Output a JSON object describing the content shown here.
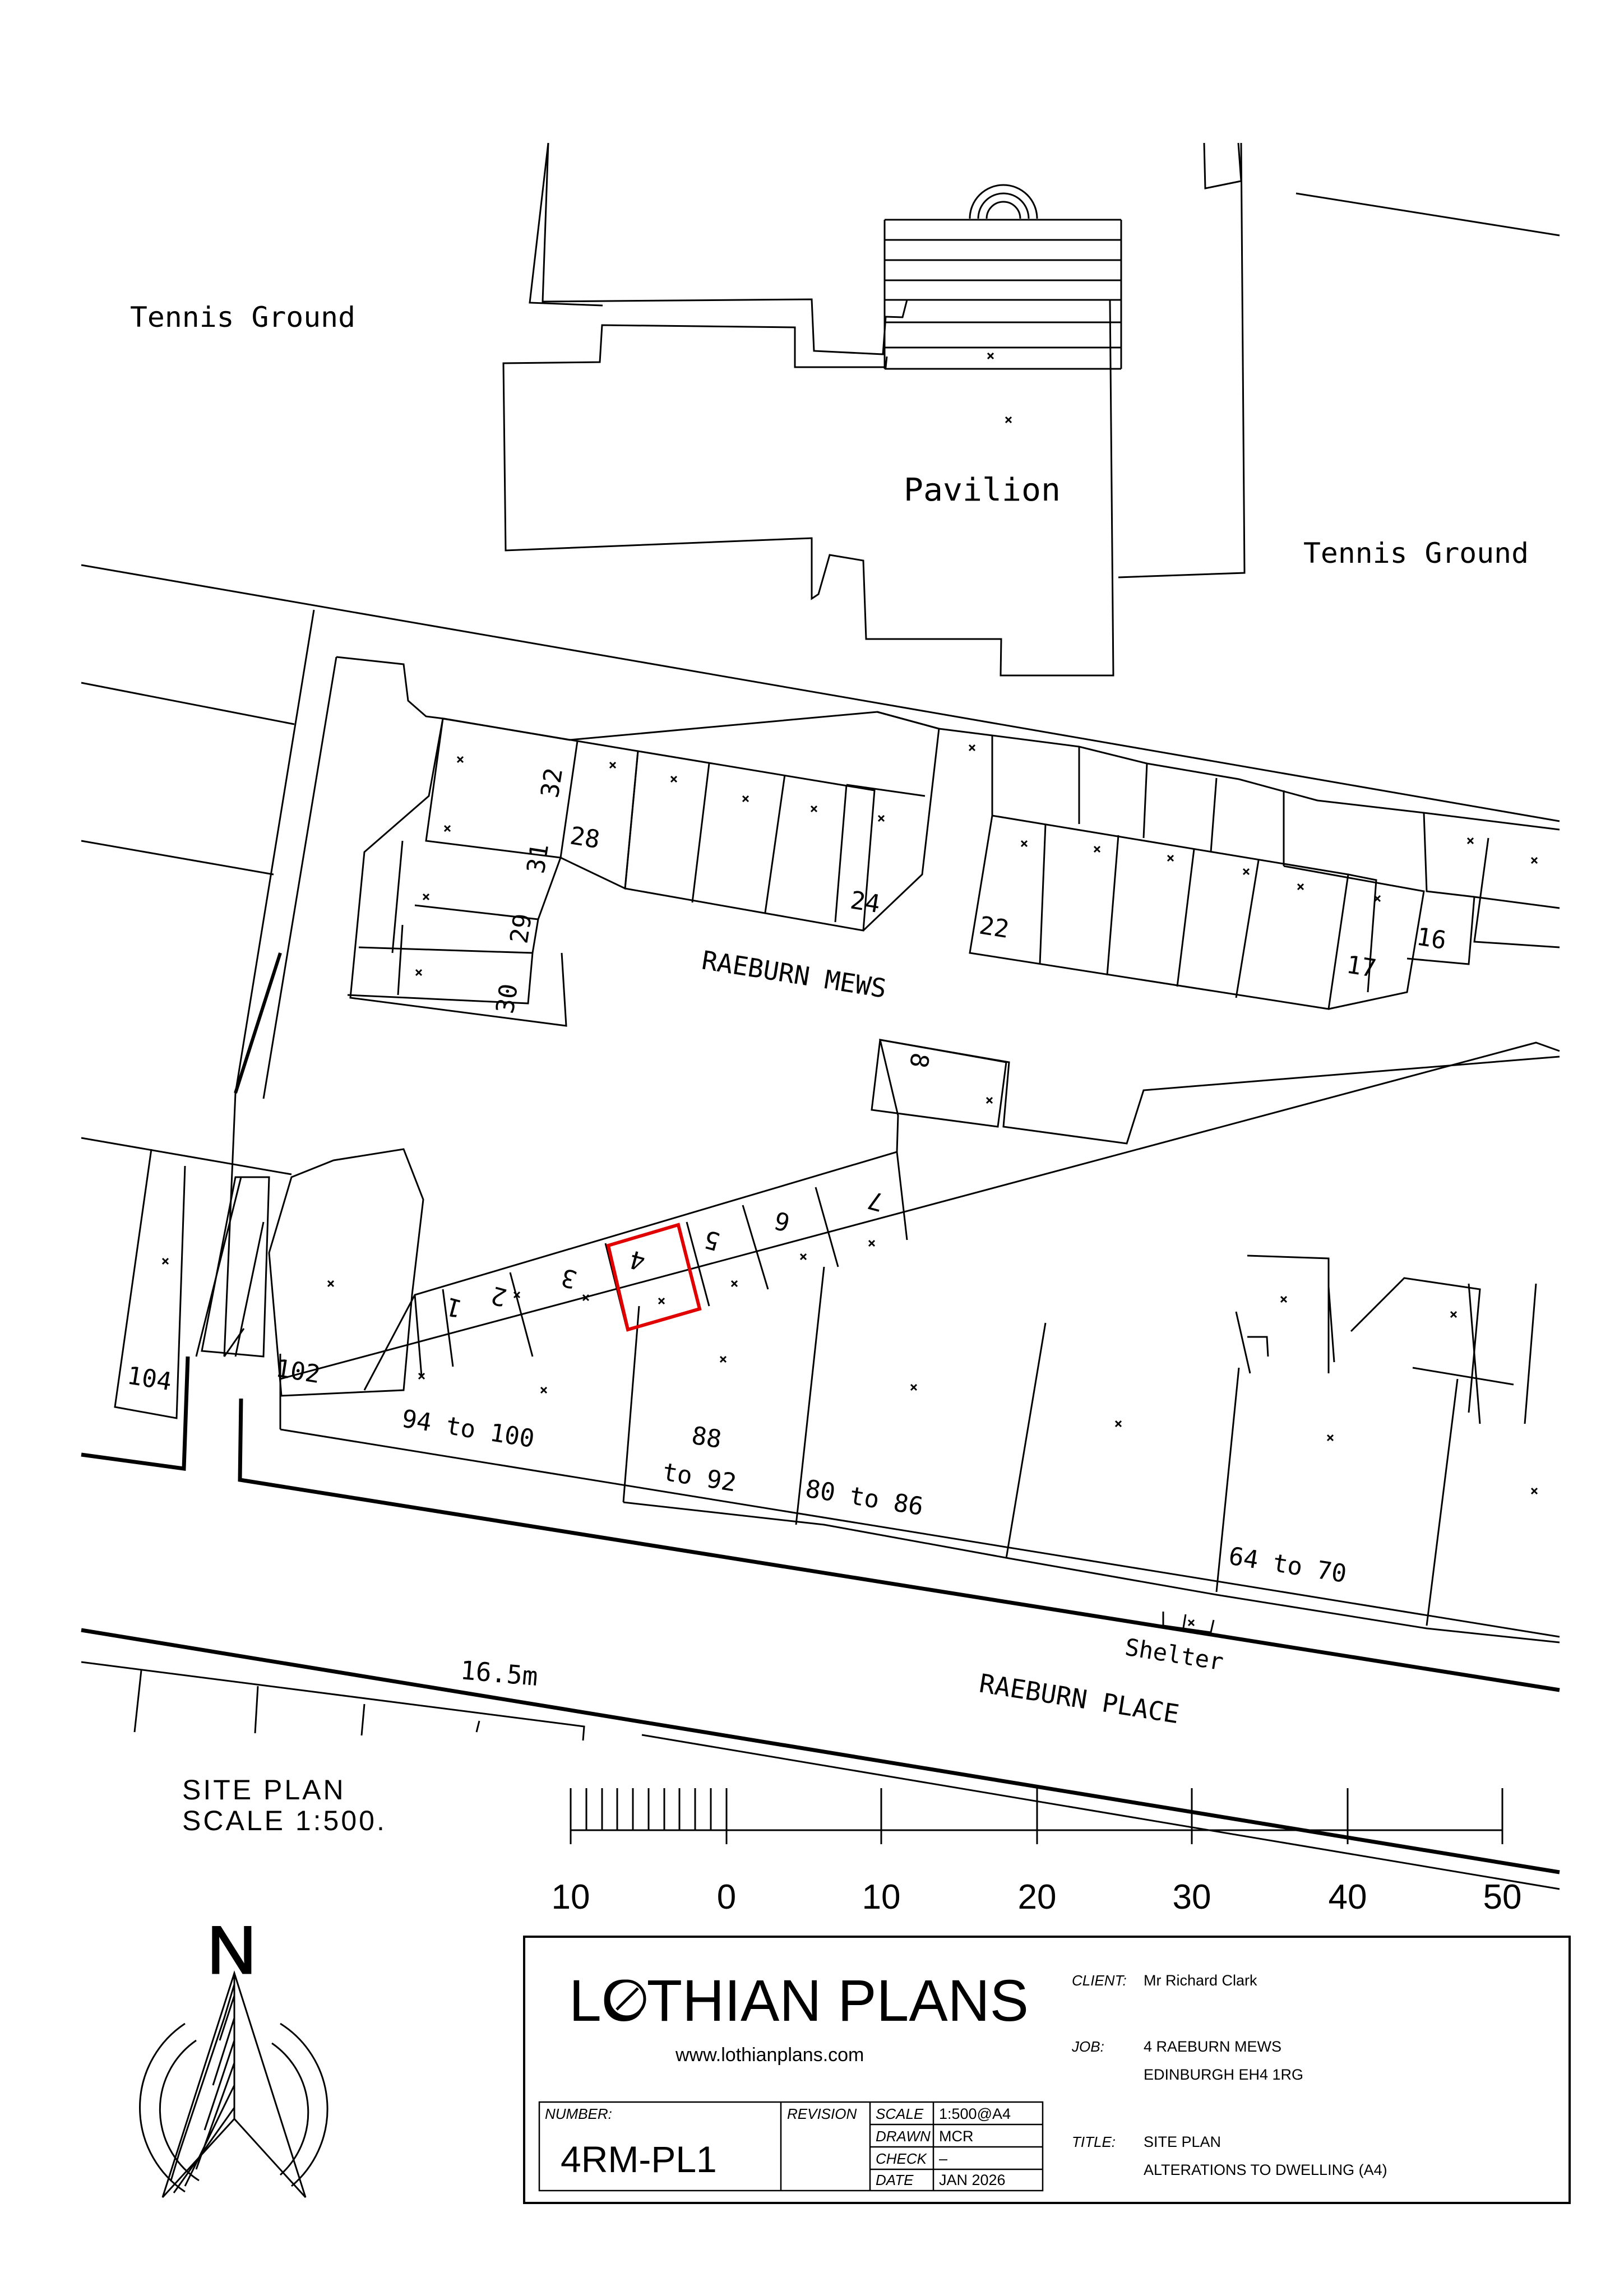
{
  "map": {
    "labels": {
      "tennis_ground_left": "Tennis Ground",
      "tennis_ground_right": "Tennis Ground",
      "pavilion": "Pavilion",
      "raeburn_mews": "RAEBURN MEWS",
      "raeburn_place": "RAEBURN PLACE",
      "shelter": "Shelter",
      "spot_height": "16.5m"
    },
    "plot_numbers": {
      "n1": "1",
      "n2": "2",
      "n3": "3",
      "n4": "4",
      "n5": "5",
      "n6": "6",
      "n7": "7",
      "n8": "8",
      "n16": "16",
      "n17": "17",
      "n22": "22",
      "n24": "24",
      "n28": "28",
      "n29": "29",
      "n30": "30",
      "n31": "31",
      "n32": "32",
      "n104": "104",
      "n102": "102",
      "n94_100": "94 to 100",
      "n88": "88",
      "n88_to": "to 92",
      "n80_86": "80 to 86",
      "n64_70": "64 to 70"
    },
    "highlight_color": "#e00000"
  },
  "scale": {
    "heading": "SITE PLAN",
    "subheading": "SCALE 1:500.",
    "tick_labels": [
      "10",
      "0",
      "10",
      "20",
      "30",
      "40",
      "50"
    ]
  },
  "north": {
    "letter": "N"
  },
  "title_block": {
    "company": "LOTHIAN PLANS",
    "website": "www.lothianplans.com",
    "client_label": "CLIENT:",
    "client_value": "Mr Richard Clark",
    "job_label": "JOB:",
    "job_line1": "4 RAEBURN MEWS",
    "job_line2": "EDINBURGH EH4 1RG",
    "title_label": "TITLE:",
    "title_line1": "SITE PLAN",
    "title_line2": "ALTERATIONS TO DWELLING (A4)",
    "number_label": "NUMBER:",
    "number_value": "4RM-PL1",
    "revision_label": "REVISION",
    "scale_label": "SCALE",
    "scale_value": "1:500@A4",
    "drawn_label": "DRAWN",
    "drawn_value": "MCR",
    "check_label": "CHECK",
    "check_value": "–",
    "date_label": "DATE",
    "date_value": "JAN 2026"
  }
}
